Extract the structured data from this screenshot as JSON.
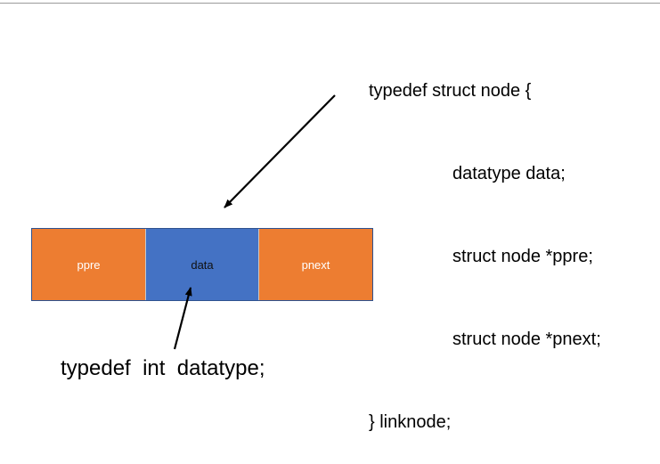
{
  "struct_definition": {
    "lines": [
      "typedef struct node {",
      "datatype data;",
      "struct node *ppre;",
      "struct node *pnext;",
      "} linknode;"
    ]
  },
  "node": {
    "fields": [
      "ppre",
      "data",
      "pnext"
    ]
  },
  "datatype_definition": "typedef  int  datatype;",
  "colors": {
    "pointer_field": "#ED7D31",
    "data_field": "#4472C4",
    "field_border": "#2F528F"
  }
}
